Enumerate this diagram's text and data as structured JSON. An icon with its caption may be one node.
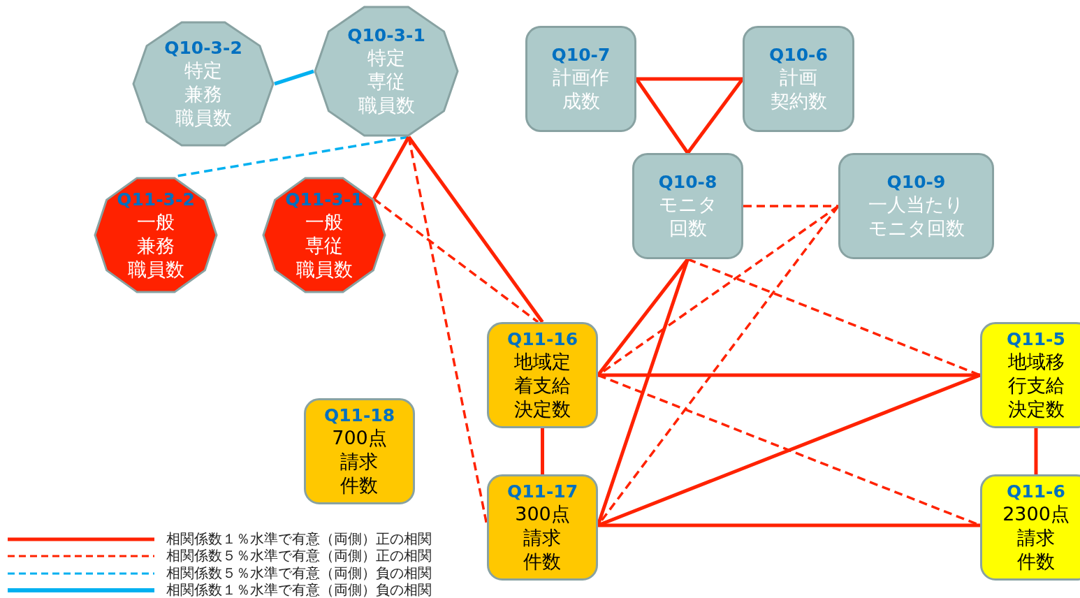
{
  "diagram": {
    "nodes": [
      {
        "text": [
          "Q10-3-2",
          "特定兼務職員数"
        ]
      },
      {
        "text": [
          "Q10-3-1",
          "特定専従職員数"
        ]
      },
      {
        "text": [
          "Q10-7",
          "計画作成数"
        ]
      },
      {
        "text": [
          "Q10-6",
          "計画契約数"
        ]
      },
      {
        "text": [
          "Q11-3-2",
          "一般兼務職員数"
        ]
      },
      {
        "text": [
          "Q11-3-1",
          "一般専従職員数"
        ]
      },
      {
        "text": [
          "Q10-8",
          "モニタ回数"
        ]
      },
      {
        "text": [
          "Q10-9",
          "一人当たりモニタ回数"
        ]
      },
      {
        "text": [
          "Q11-16",
          "地域定着支給決定数"
        ]
      },
      {
        "text": [
          "Q11-5",
          "地域移行支給決定数"
        ]
      },
      {
        "text": [
          "Q11-18",
          "700点請求件数"
        ]
      },
      {
        "text": [
          "Q11-17",
          "300点請求件数"
        ]
      },
      {
        "text": [
          "Q11-6",
          "2300点請求件数"
        ]
      }
    ],
    "edges": [
      {
        "from": 0,
        "to": 1,
        "arrow": "none",
        "color": "#00b0f0"
      },
      {
        "from": 1,
        "to": 4,
        "arrow": "none",
        "style": "dashed",
        "color": "#00b0f0"
      },
      {
        "from": 1,
        "to": 5,
        "arrow": "none"
      },
      {
        "from": 1,
        "to": 8,
        "arrow": "none"
      },
      {
        "from": 1,
        "to": 11,
        "arrow": "none",
        "style": "dashed"
      },
      {
        "from": 5,
        "to": 8,
        "arrow": "none",
        "style": "dashed"
      },
      {
        "from": 2,
        "to": 3,
        "arrow": "none"
      },
      {
        "from": 2,
        "to": 6,
        "arrow": "none"
      },
      {
        "from": 3,
        "to": 6,
        "arrow": "none"
      },
      {
        "from": 6,
        "to": 7,
        "arrow": "none",
        "style": "dashed"
      },
      {
        "from": 6,
        "to": 8,
        "arrow": "none"
      },
      {
        "from": 6,
        "to": 11,
        "arrow": "none"
      },
      {
        "from": 6,
        "to": 9,
        "arrow": "none",
        "style": "dashed"
      },
      {
        "from": 7,
        "to": 8,
        "arrow": "none",
        "style": "dashed"
      },
      {
        "from": 7,
        "to": 11,
        "arrow": "none",
        "style": "dashed"
      },
      {
        "from": 8,
        "to": 9,
        "arrow": "none"
      },
      {
        "from": 8,
        "to": 12,
        "arrow": "none",
        "style": "dashed"
      },
      {
        "from": 8,
        "to": 11,
        "arrow": "none"
      },
      {
        "from": 9,
        "to": 11,
        "arrow": "none"
      },
      {
        "from": 9,
        "to": 12,
        "arrow": "none"
      },
      {
        "from": 11,
        "to": 12,
        "arrow": "none"
      }
    ],
    "legend": [
      {
        "text": "相関係数１％水準で有意（両側）正の相関"
      },
      {
        "text": "相関係数５％水準で有意（両側）正の相関"
      },
      {
        "text": "相関係数５％水準で有意（両側）負の相関"
      },
      {
        "text": "相関係数１％水準で有意（両側）負の相関"
      }
    ]
  }
}
